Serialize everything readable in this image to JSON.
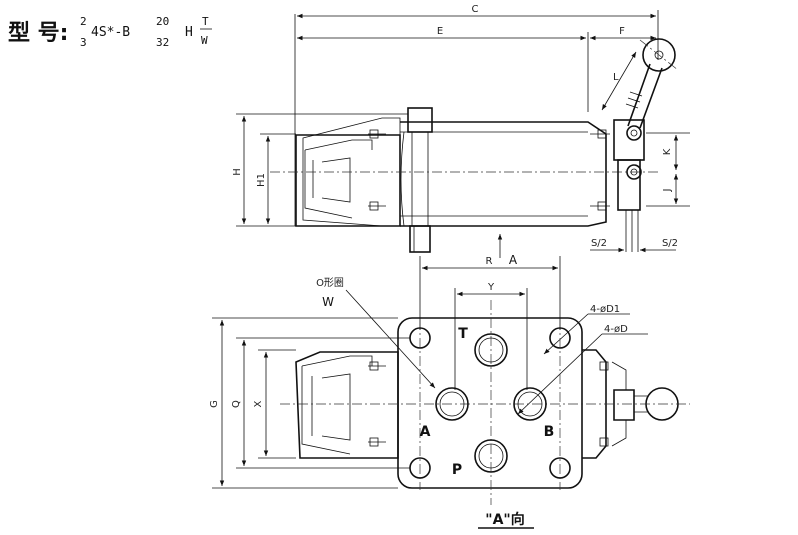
{
  "model": {
    "label": "型 号:",
    "pos_top": "2",
    "pos_bottom": "3",
    "code": "4S*-B",
    "size_top": "20",
    "size_bottom": "32",
    "h": "H",
    "t_top": "T",
    "t_bottom": "W"
  },
  "dimensions": {
    "C": "C",
    "E": "E",
    "F": "F",
    "L": "L",
    "H": "H",
    "H1": "H1",
    "K": "K",
    "J": "J",
    "S2_left": "S/2",
    "S2_right": "S/2",
    "R": "R",
    "Y": "Y",
    "G": "G",
    "Q": "Q",
    "X": "X",
    "D1": "4-øD1",
    "D": "4-øD"
  },
  "labels": {
    "view_arrow": "A",
    "oring": "O形圈",
    "W": "W",
    "port_T": "T",
    "port_A": "A",
    "port_B": "B",
    "port_P": "P",
    "view_caption": "\"A\"向"
  }
}
